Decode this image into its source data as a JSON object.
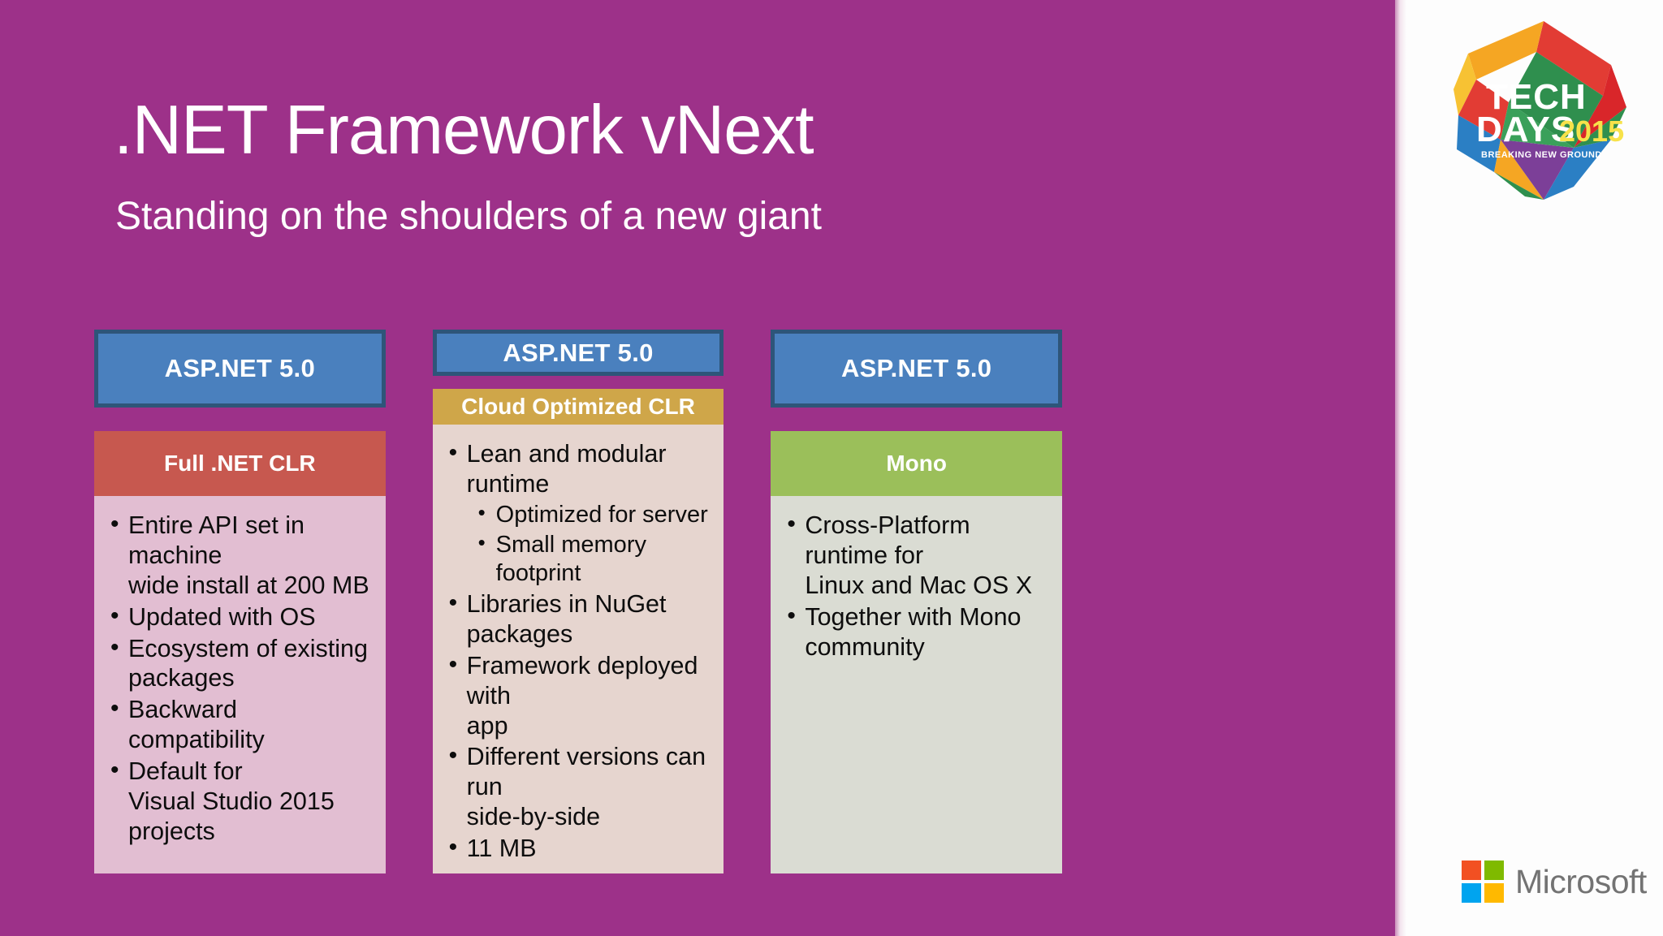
{
  "slide": {
    "title": ".NET Framework vNext",
    "subtitle": "Standing on the shoulders of a new giant",
    "background_color": "#9d3189"
  },
  "colors": {
    "purple_background": "#9d3189",
    "top_header_fill": "#4a80be",
    "top_header_border": "#2e5579",
    "clr_full_header": "#c7584f",
    "clr_cloud_header": "#cfa649",
    "clr_mono_header": "#9bbf5a",
    "body_col1": "#e2bed2",
    "body_col2": "#e6d5cf",
    "body_col3": "#dadcd3",
    "title_text": "#ffffff",
    "bullet_text": "#0d0d0d",
    "microsoft_gray": "#737373"
  },
  "columns": [
    {
      "top_label": "ASP.NET 5.0",
      "mid_label": "Full .NET CLR",
      "bullets": [
        {
          "text": "Entire API set in machine wide install at 200 MB",
          "level": 1
        },
        {
          "text": "Updated with OS",
          "level": 1
        },
        {
          "text": "Ecosystem of existing packages",
          "level": 1
        },
        {
          "text": "Backward compatibility",
          "level": 1
        },
        {
          "text": "Default for\nVisual Studio 2015 projects",
          "level": 1
        }
      ]
    },
    {
      "top_label": "ASP.NET 5.0",
      "mid_label": "Cloud Optimized CLR",
      "bullets": [
        {
          "text": "Lean and modular runtime",
          "level": 1
        },
        {
          "text": "Optimized for server",
          "level": 2
        },
        {
          "text": "Small memory footprint",
          "level": 2
        },
        {
          "text": "Libraries in NuGet packages",
          "level": 1
        },
        {
          "text": "Framework deployed with app",
          "level": 1
        },
        {
          "text": "Different versions can run side-by-side",
          "level": 1
        },
        {
          "text": "11 MB",
          "level": 1
        }
      ]
    },
    {
      "top_label": "ASP.NET 5.0",
      "mid_label": "Mono",
      "bullets": [
        {
          "text": "Cross-Platform runtime for Linux and Mac OS X",
          "level": 1
        },
        {
          "text": "Together with Mono community",
          "level": 1
        }
      ]
    }
  ],
  "techdays_logo": {
    "line1": "TECH",
    "line2": "DAYS",
    "year": "2015",
    "tagline": "BREAKING NEW GROUND"
  },
  "microsoft_logo": {
    "name": "Microsoft",
    "square_red": "#f25022",
    "square_green": "#7fba00",
    "square_blue": "#00a4ef",
    "square_yellow": "#ffb900"
  }
}
